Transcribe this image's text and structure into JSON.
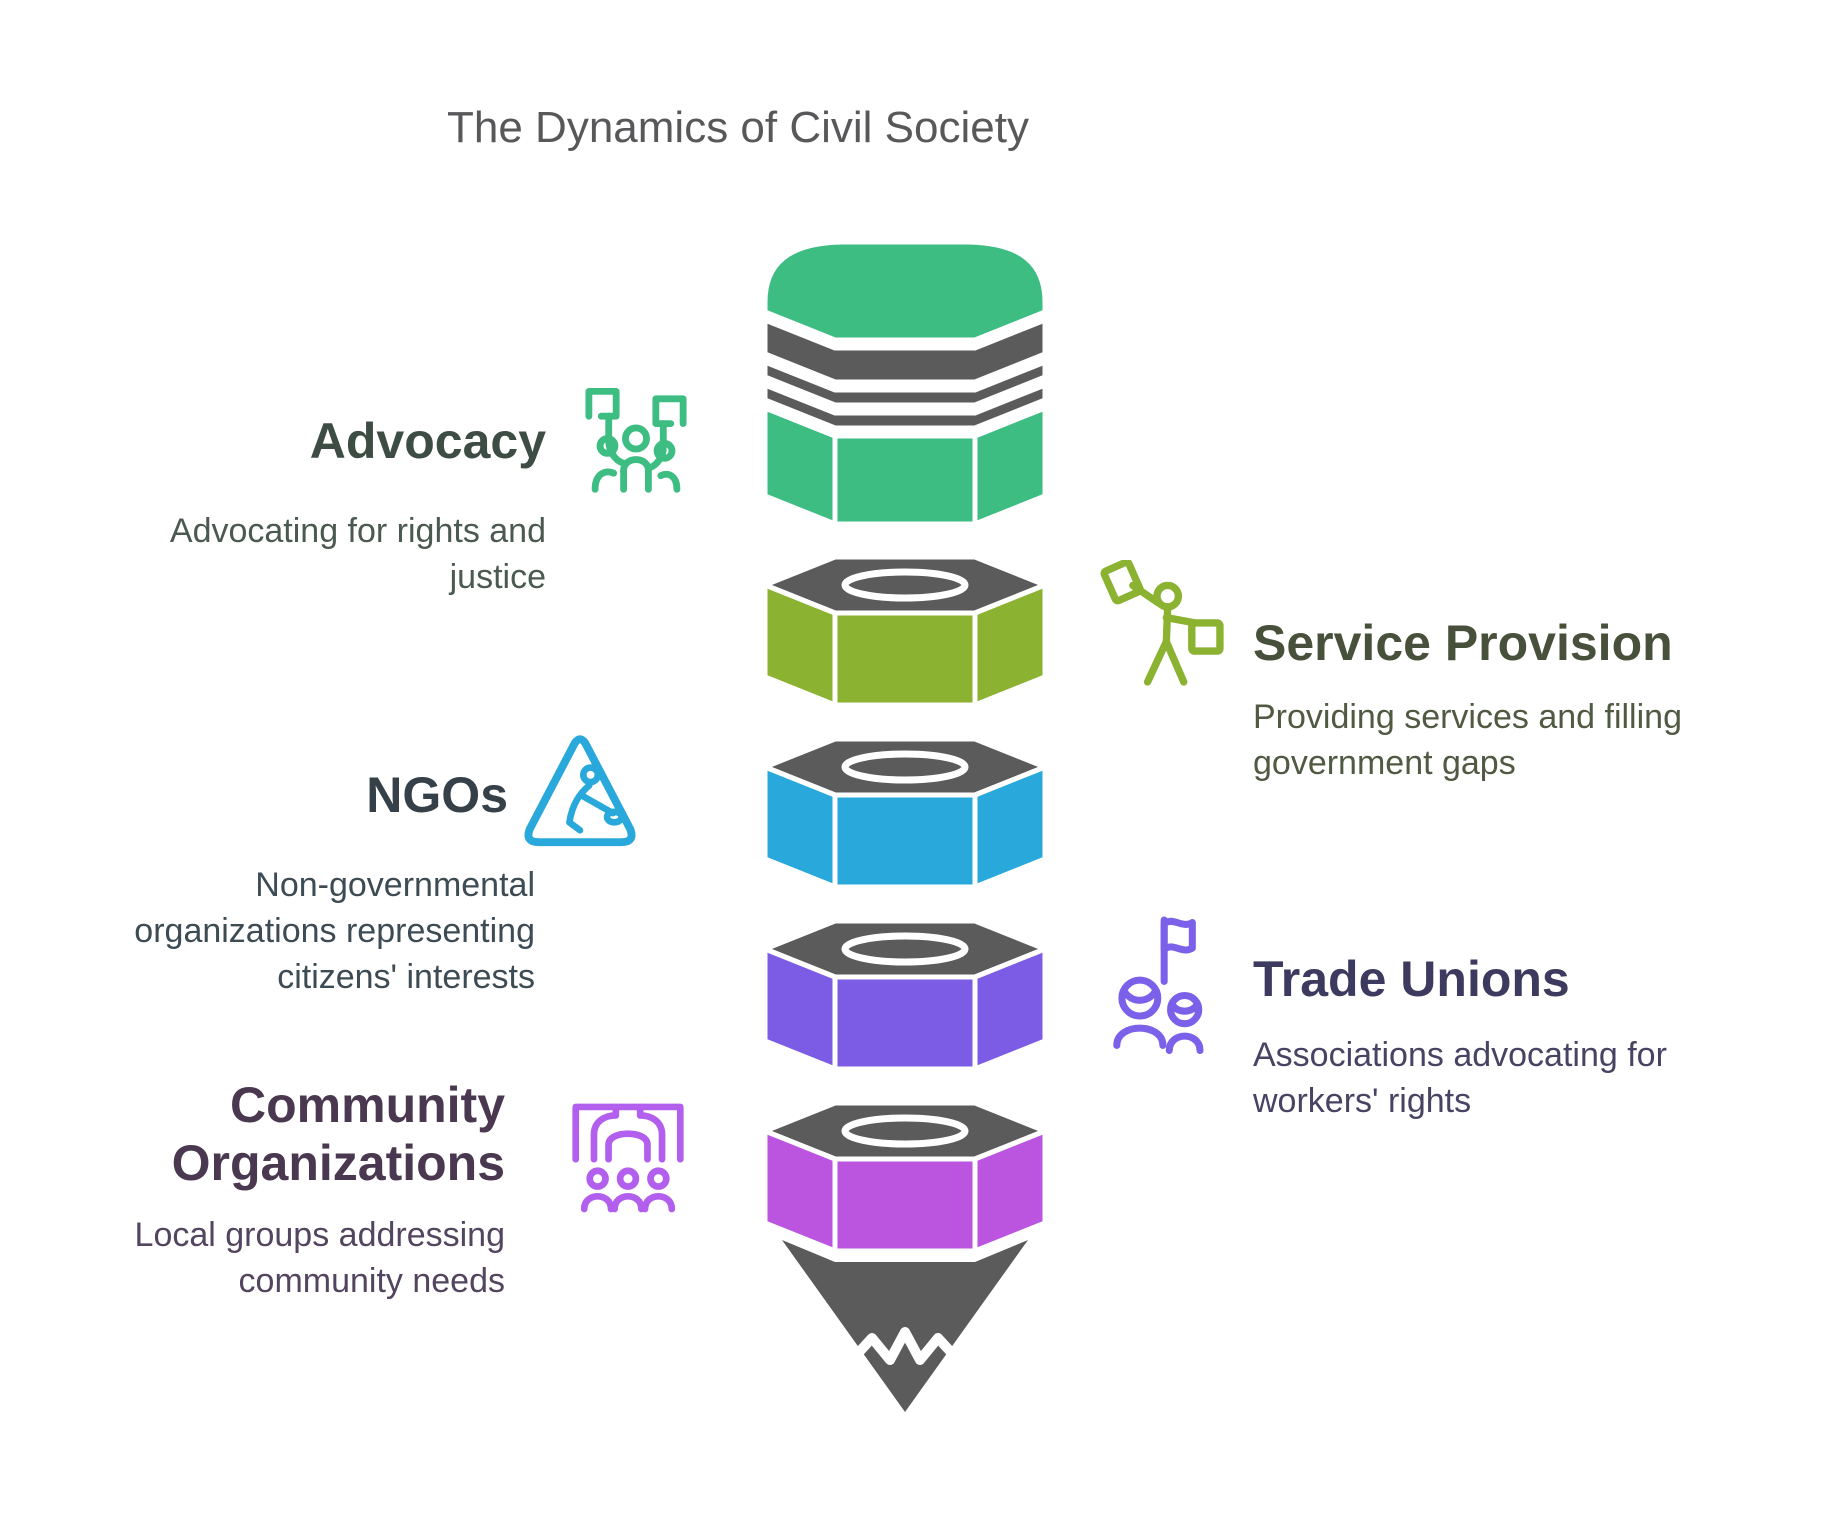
{
  "title": "The Dynamics of Civil Society",
  "colors": {
    "title": "#58585A",
    "pencil_gray": "#5B5B5B",
    "outline_white": "#FFFFFF"
  },
  "pencil": {
    "gray": "#5B5B5B",
    "segments": [
      "#3DBD82",
      "#8CB232",
      "#29A8DB",
      "#7C5CE5",
      "#BB55DF"
    ]
  },
  "items": [
    {
      "label": "Advocacy",
      "description": "Advocating for rights and justice",
      "side": "left",
      "accent": "#3DBD82",
      "heading_color": "#3D4D43",
      "description_color": "#4B5A50",
      "icon": "protest-crowd-icon"
    },
    {
      "label": "Service Provision",
      "description": "Providing services and filling government gaps",
      "side": "right",
      "accent": "#8CB232",
      "heading_color": "#47503A",
      "description_color": "#505A42",
      "icon": "person-delivering-boxes-icon"
    },
    {
      "label": "NGOs",
      "description": "Non-governmental organizations representing citizens' interests",
      "side": "left",
      "accent": "#29A8DB",
      "heading_color": "#354049",
      "description_color": "#3D4B54",
      "icon": "construction-sign-icon"
    },
    {
      "label": "Trade Unions",
      "description": "Associations advocating for workers' rights",
      "side": "right",
      "accent": "#7B61EA",
      "heading_color": "#3D3A5F",
      "description_color": "#474363",
      "icon": "workers-with-flag-icon"
    },
    {
      "label": "Community Organizations",
      "description": "Local groups addressing community needs",
      "side": "left",
      "accent": "#B35FEE",
      "heading_color": "#49384F",
      "description_color": "#53445F",
      "icon": "community-gathering-icon"
    }
  ]
}
